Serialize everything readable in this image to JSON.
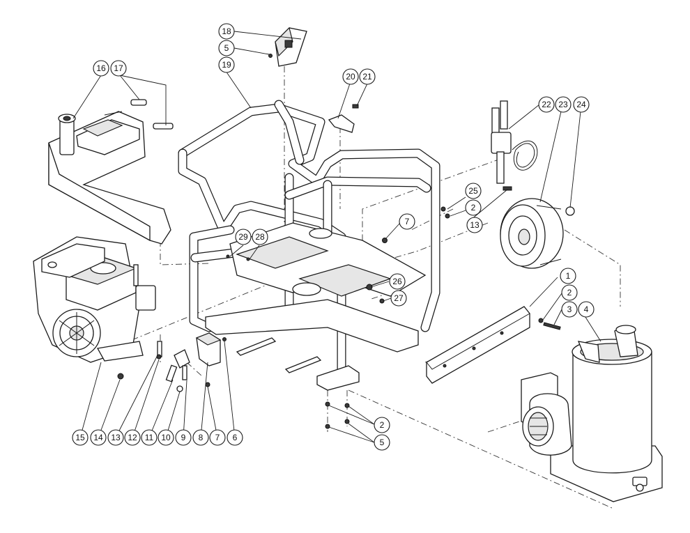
{
  "callouts": [
    {
      "id": "c18",
      "label": "18"
    },
    {
      "id": "c5a",
      "label": "5"
    },
    {
      "id": "c19",
      "label": "19"
    },
    {
      "id": "c16",
      "label": "16"
    },
    {
      "id": "c17",
      "label": "17"
    },
    {
      "id": "c20",
      "label": "20"
    },
    {
      "id": "c21",
      "label": "21"
    },
    {
      "id": "c22",
      "label": "22"
    },
    {
      "id": "c23",
      "label": "23"
    },
    {
      "id": "c24",
      "label": "24"
    },
    {
      "id": "c25",
      "label": "25"
    },
    {
      "id": "c2a",
      "label": "2"
    },
    {
      "id": "c13a",
      "label": "13"
    },
    {
      "id": "c7a",
      "label": "7"
    },
    {
      "id": "c29",
      "label": "29"
    },
    {
      "id": "c28",
      "label": "28"
    },
    {
      "id": "c26",
      "label": "26"
    },
    {
      "id": "c27",
      "label": "27"
    },
    {
      "id": "c1",
      "label": "1"
    },
    {
      "id": "c2b",
      "label": "2"
    },
    {
      "id": "c3",
      "label": "3"
    },
    {
      "id": "c4",
      "label": "4"
    },
    {
      "id": "c2c",
      "label": "2"
    },
    {
      "id": "c5b",
      "label": "5"
    },
    {
      "id": "c15",
      "label": "15"
    },
    {
      "id": "c14",
      "label": "14"
    },
    {
      "id": "c13b",
      "label": "13"
    },
    {
      "id": "c12",
      "label": "12"
    },
    {
      "id": "c11",
      "label": "11"
    },
    {
      "id": "c10",
      "label": "10"
    },
    {
      "id": "c9",
      "label": "9"
    },
    {
      "id": "c8",
      "label": "8"
    },
    {
      "id": "c7b",
      "label": "7"
    },
    {
      "id": "c6",
      "label": "6"
    }
  ]
}
